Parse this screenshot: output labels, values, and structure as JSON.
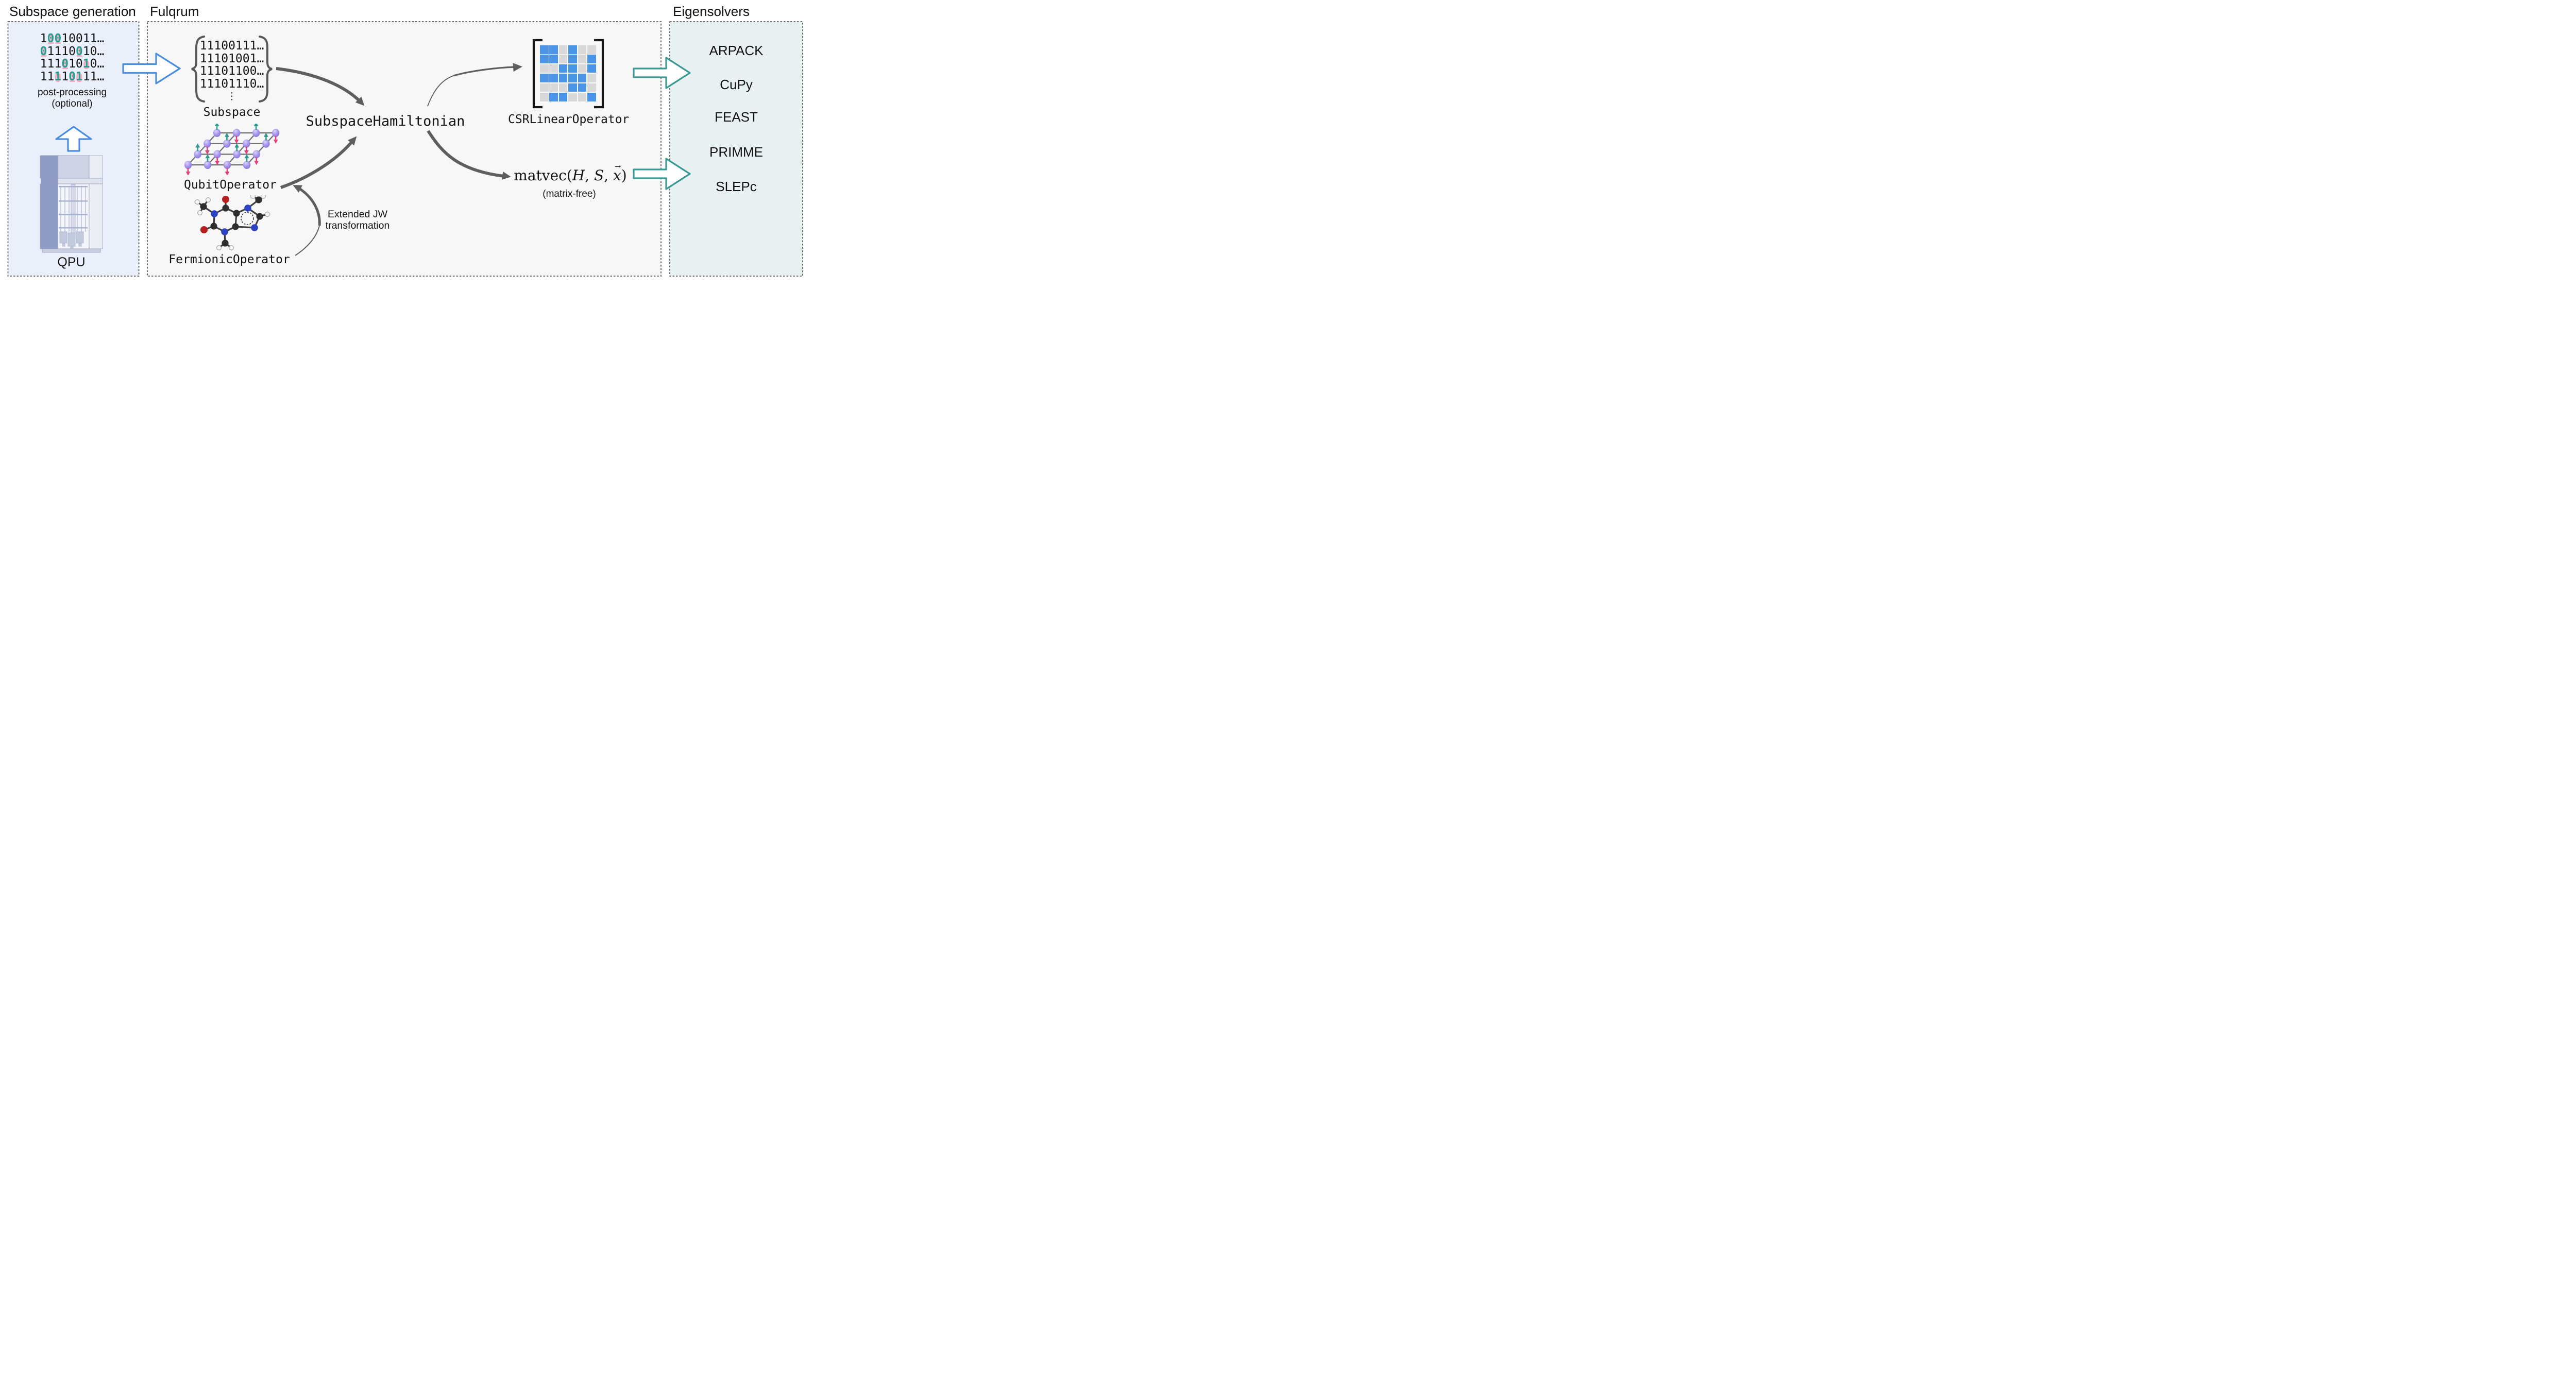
{
  "panels": {
    "subspace_generation": {
      "title": "Subspace generation",
      "bitstrings": [
        [
          {
            "c": "1"
          },
          {
            "c": "0",
            "ghost": "1"
          },
          {
            "c": "0",
            "ghost": "1"
          },
          {
            "c": "1"
          },
          {
            "c": "0"
          },
          {
            "c": "0"
          },
          {
            "c": "1"
          },
          {
            "c": "1"
          },
          {
            "c": "…"
          }
        ],
        [
          {
            "c": "0",
            "ghost": "1"
          },
          {
            "c": "1"
          },
          {
            "c": "1"
          },
          {
            "c": "1"
          },
          {
            "c": "0"
          },
          {
            "c": "0",
            "ghost": "1"
          },
          {
            "c": "1"
          },
          {
            "c": "0"
          },
          {
            "c": "…"
          }
        ],
        [
          {
            "c": "1"
          },
          {
            "c": "1"
          },
          {
            "c": "1"
          },
          {
            "c": "0",
            "ghost": "1"
          },
          {
            "c": "1"
          },
          {
            "c": "0"
          },
          {
            "c": "1",
            "ghost": "0"
          },
          {
            "c": "0"
          },
          {
            "c": "…"
          }
        ],
        [
          {
            "c": "1"
          },
          {
            "c": "1"
          },
          {
            "c": "1",
            "ghost": "0"
          },
          {
            "c": "1"
          },
          {
            "c": "0",
            "ghost": "1"
          },
          {
            "c": "1",
            "ghost": "0"
          },
          {
            "c": "1"
          },
          {
            "c": "1"
          },
          {
            "c": "…"
          }
        ]
      ],
      "post_processing_line1": "post-processing",
      "post_processing_line2": "(optional)",
      "qpu_label": "QPU"
    },
    "fulqrum": {
      "title": "Fulqrum",
      "subspace": {
        "rows": [
          "11100111…",
          "11101001…",
          "11101100…",
          "11101110…"
        ],
        "vdots": "⋮",
        "label": "Subspace"
      },
      "qubit_operator_label": "QubitOperator",
      "fermionic_operator_label": "FermionicOperator",
      "subspace_hamiltonian_label": "SubspaceHamiltonian",
      "csr_linear_operator_label": "CSRLinearOperator",
      "jw_label_line1": "Extended JW",
      "jw_label_line2": "transformation",
      "matvec": {
        "name": "matvec(",
        "arg1": "H",
        "sep1": ", ",
        "arg2": "S",
        "sep2": ", ",
        "arg3": "x",
        "vec_mark": "→",
        "close": ")",
        "note": "(matrix-free)"
      },
      "matrix_pattern": [
        [
          1,
          1,
          0,
          1,
          0,
          0
        ],
        [
          1,
          1,
          0,
          1,
          0,
          1
        ],
        [
          0,
          0,
          1,
          1,
          0,
          1
        ],
        [
          1,
          1,
          1,
          1,
          1,
          0
        ],
        [
          0,
          0,
          0,
          1,
          1,
          0
        ],
        [
          0,
          1,
          1,
          0,
          0,
          1
        ]
      ],
      "lattice_spins": [
        [
          "up",
          "down",
          "up",
          "down"
        ],
        [
          "down",
          "up",
          "down",
          "up"
        ],
        [
          "up",
          "down",
          "up",
          "down"
        ],
        [
          "down",
          "up",
          "down",
          "up"
        ]
      ]
    },
    "eigensolvers": {
      "title": "Eigensolvers",
      "items": [
        "ARPACK",
        "CuPy",
        "FEAST",
        "PRIMME",
        "SLEPc"
      ]
    }
  },
  "colors": {
    "accent_blue_arrow": "#4a8ce0",
    "teal_arrow": "#3a9a93",
    "gray_arrow": "#5e5e5e",
    "bit_corrected_teal": "#2f9c90",
    "bit_ghost_pink": "#f2abbc",
    "spin_up_teal": "#2f9a8e",
    "spin_down_pink": "#e2417d",
    "lattice_node_purple": "#a795ec",
    "matrix_nonzero_blue": "#4a94e8",
    "matrix_zero_gray": "#d8d8d8",
    "panel_left_bg": "#eaf0fb",
    "panel_mid_bg": "#f7f7f7",
    "panel_right_bg": "#e8f1f2",
    "dashed_border_gray": "#5c5c5c",
    "text": "#141414"
  }
}
